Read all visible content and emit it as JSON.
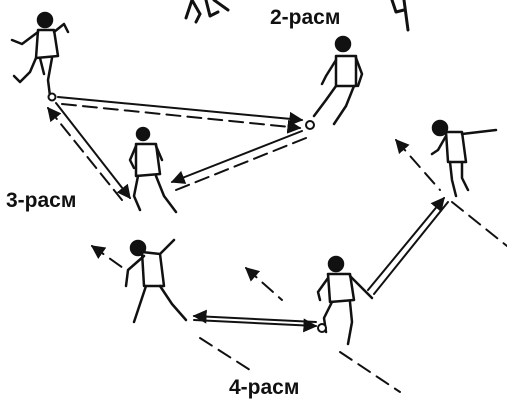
{
  "figure": {
    "labels": {
      "fig2": "2-расм",
      "fig3": "3-расм",
      "fig4": "4-расм"
    },
    "ink_color": "#111111",
    "background": "#ffffff"
  }
}
